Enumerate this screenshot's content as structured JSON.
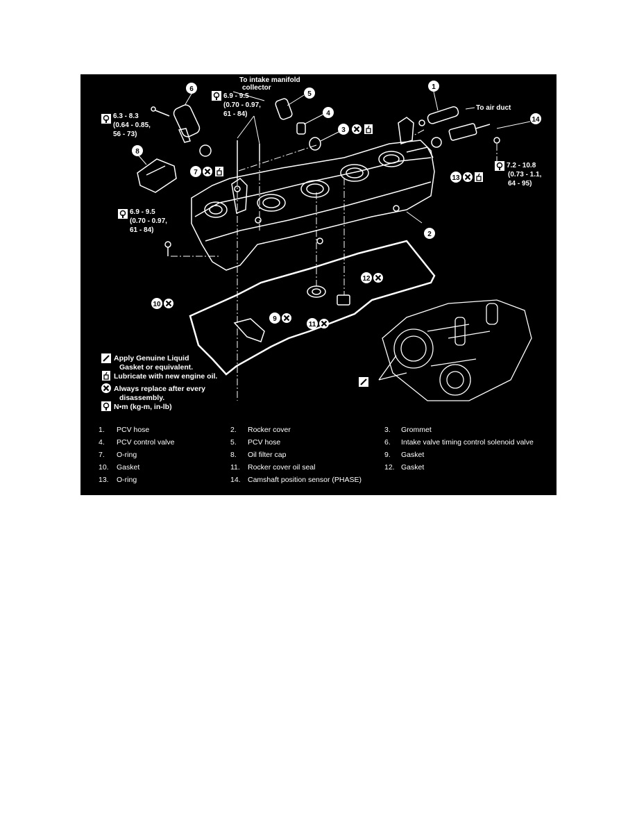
{
  "labels": {
    "intake_collector": [
      "To intake manifold",
      "collector"
    ],
    "air_duct": "To air duct",
    "torque_6": [
      "6.3 - 8.3",
      "(0.64 - 0.85,",
      "56 - 73)"
    ],
    "torque_top": [
      "6.9 - 9.5",
      "(0.70 - 0.97,",
      "61 - 84)"
    ],
    "torque_left": [
      "6.9 - 9.5",
      "(0.70 - 0.97,",
      "61 - 84)"
    ],
    "torque_right": [
      "7.2 - 10.8",
      "(0.73 - 1.1,",
      "64 - 95)"
    ]
  },
  "callouts": [
    "1",
    "2",
    "3",
    "4",
    "5",
    "6",
    "7",
    "8",
    "9",
    "10",
    "11",
    "12",
    "13",
    "14"
  ],
  "legend": {
    "liquid_gasket": [
      "Apply Genuine Liquid",
      "Gasket or equivalent."
    ],
    "lubricate": "Lubricate with new engine oil.",
    "replace": [
      "Always replace after every",
      "disassembly."
    ],
    "torque_units": "N•m (kg-m, in-lb)"
  },
  "icons": [
    "torque-wrench-icon",
    "replace-x-icon",
    "oil-can-icon",
    "liquid-gasket-icon"
  ],
  "parts": [
    [
      {
        "num": "1.",
        "name": "PCV hose"
      },
      {
        "num": "2.",
        "name": "Rocker cover"
      },
      {
        "num": "3.",
        "name": "Grommet"
      }
    ],
    [
      {
        "num": "4.",
        "name": "PCV control valve"
      },
      {
        "num": "5.",
        "name": "PCV hose"
      },
      {
        "num": "6.",
        "name": "Intake valve timing control solenoid valve"
      }
    ],
    [
      {
        "num": "7.",
        "name": "O-ring"
      },
      {
        "num": "8.",
        "name": "Oil filter cap"
      },
      {
        "num": "9.",
        "name": "Gasket"
      }
    ],
    [
      {
        "num": "10.",
        "name": "Gasket"
      },
      {
        "num": "11.",
        "name": "Rocker cover oil seal"
      },
      {
        "num": "12.",
        "name": "Gasket"
      }
    ],
    [
      {
        "num": "13.",
        "name": "O-ring"
      },
      {
        "num": "14.",
        "name": "Camshaft position sensor (PHASE)"
      }
    ]
  ]
}
